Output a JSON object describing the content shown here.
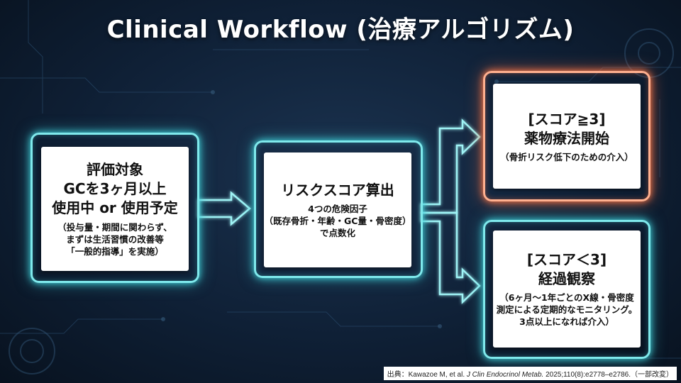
{
  "title": "Clinical Workflow (治療アルゴリズム)",
  "box1": {
    "head": [
      "評価対象",
      "GCを3ヶ月以上",
      "使用中 or 使用予定"
    ],
    "sub": [
      "（投与量・期間に関わらず、",
      "まずは生活習慣の改善等",
      "「一般的指導」を実施）"
    ]
  },
  "box2": {
    "head": [
      "リスクスコア算出"
    ],
    "sub": [
      "4つの危険因子",
      "（既存骨折・年齢・GC量・骨密度）",
      "で点数化"
    ]
  },
  "box3": {
    "head": [
      "[スコア≧3]",
      "薬物療法開始"
    ],
    "sub": [
      "（骨折リスク低下のための介入）"
    ]
  },
  "box4": {
    "head": [
      "[スコア＜3]",
      "経過観察"
    ],
    "sub": [
      "（6ヶ月〜1年ごとのX線・骨密度",
      "測定による定期的なモニタリング。",
      "3点以上になれば介入）"
    ]
  },
  "citation": {
    "prefix": "出典：Kawazoe M, et al. ",
    "journal": "J Clin Endocrinol Metab.",
    "suffix": " 2025;110(8):e2778–e2786.（一部改変）"
  },
  "colors": {
    "glow_teal": "#7fe9ec",
    "glow_orange": "#ffb08f",
    "background": "#0f2036"
  }
}
